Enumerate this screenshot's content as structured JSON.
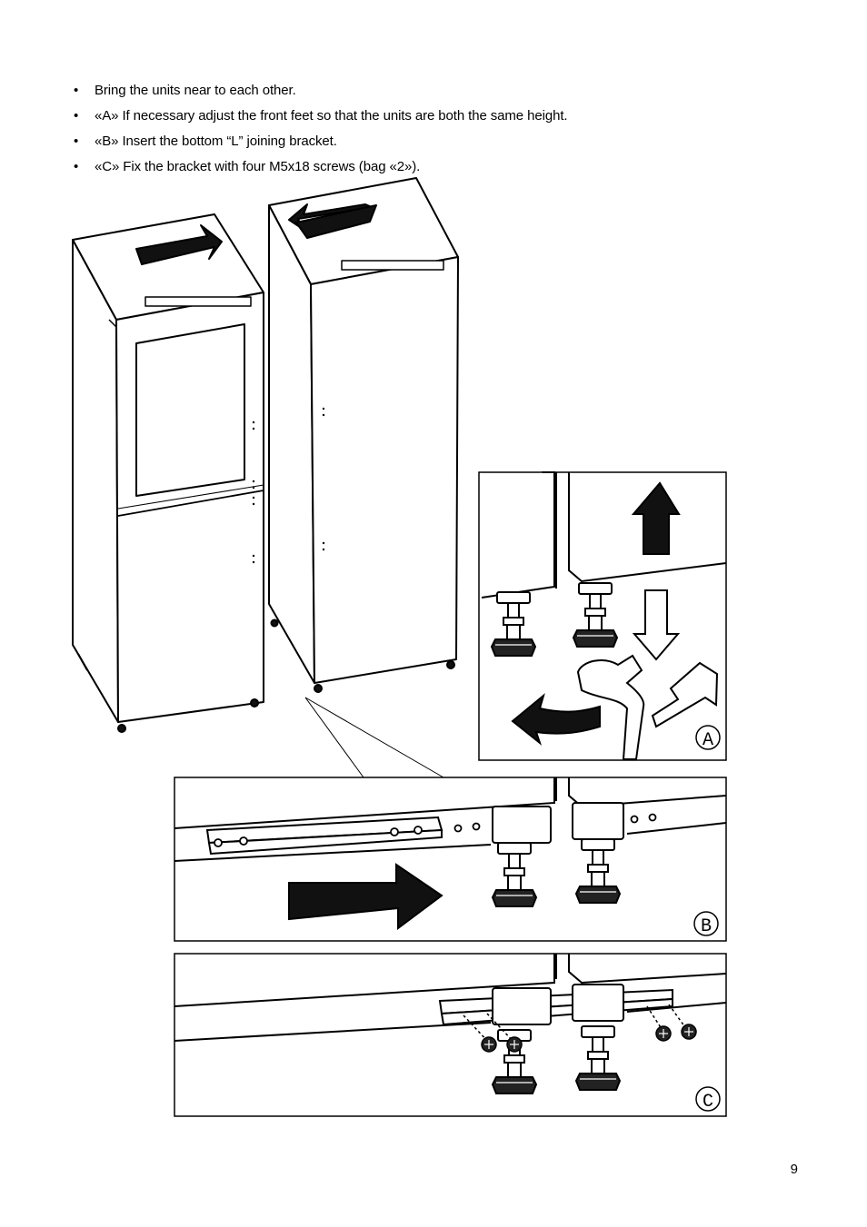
{
  "instructions": [
    {
      "bullet": "•",
      "text": "Bring the units near to each other."
    },
    {
      "bullet": "•",
      "text": "«A»  If necessary adjust the front feet so that the units are both the same height."
    },
    {
      "bullet": "•",
      "text": "«B» Insert the bottom “L” joining bracket."
    },
    {
      "bullet": "•",
      "text": "«C» Fix the bracket with four M5x18 screws (bag «2»)."
    }
  ],
  "panels": {
    "a_label": "A",
    "b_label": "B",
    "c_label": "C"
  },
  "page_number": "9"
}
